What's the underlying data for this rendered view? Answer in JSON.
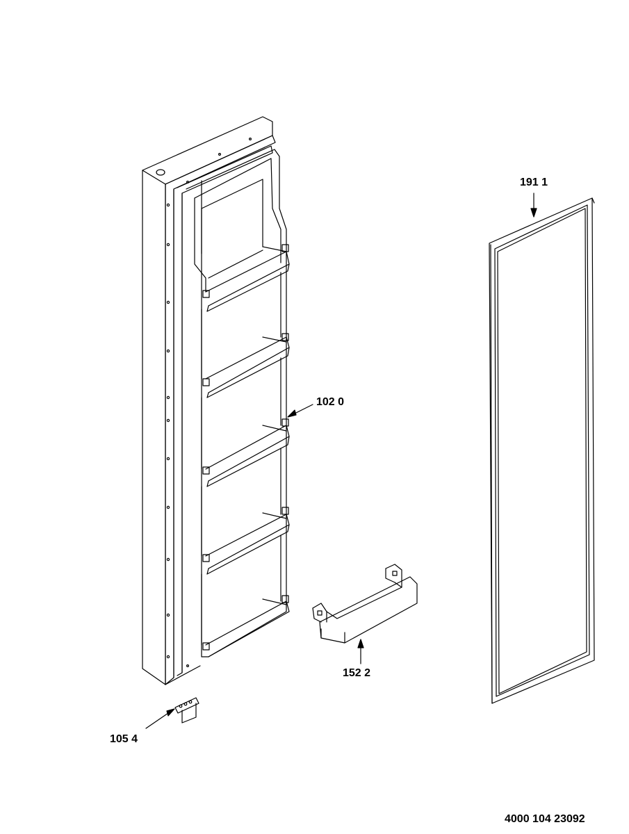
{
  "diagram": {
    "callouts": [
      {
        "id": "door",
        "label": "102 0"
      },
      {
        "id": "gasket",
        "label": "191 1"
      },
      {
        "id": "bin",
        "label": "152 2"
      },
      {
        "id": "hinge",
        "label": "105 4"
      }
    ],
    "document_code": "4000 104 23092"
  }
}
